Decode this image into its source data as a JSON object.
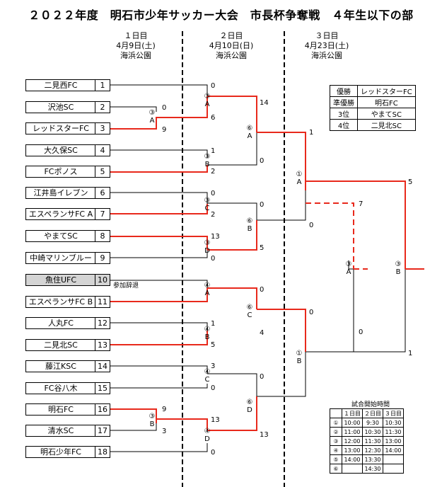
{
  "title": "２０２２年度　明石市少年サッカー大会　市長杯争奪戦　４年生以下の部",
  "days": [
    {
      "label": "１日目",
      "date": "4月9日(土)",
      "venue": "海浜公園"
    },
    {
      "label": "２日目",
      "date": "4月10日(日)",
      "venue": "海浜公園"
    },
    {
      "label": "３日目",
      "date": "4月23日(土)",
      "venue": "海浜公園"
    }
  ],
  "teams": [
    {
      "name": "二見西FC",
      "no": "1"
    },
    {
      "name": "沢池SC",
      "no": "2"
    },
    {
      "name": "レッドスターFC",
      "no": "3"
    },
    {
      "name": "大久保SC",
      "no": "4"
    },
    {
      "name": "FCポノス",
      "no": "5"
    },
    {
      "name": "江井島イレブン",
      "no": "6"
    },
    {
      "name": "エスペランサFC A",
      "no": "7"
    },
    {
      "name": "やまてSC",
      "no": "8"
    },
    {
      "name": "中崎マリンブルー",
      "no": "9"
    },
    {
      "name": "魚住UFC",
      "no": "10"
    },
    {
      "name": "エスペランサFC B",
      "no": "11"
    },
    {
      "name": "人丸FC",
      "no": "12"
    },
    {
      "name": "二見北SC",
      "no": "13"
    },
    {
      "name": "藤江KSC",
      "no": "14"
    },
    {
      "name": "FC谷八木",
      "no": "15"
    },
    {
      "name": "明石FC",
      "no": "16"
    },
    {
      "name": "清水SC",
      "no": "17"
    },
    {
      "name": "明石少年FC",
      "no": "18"
    }
  ],
  "withdrawn_note": "参加辞退",
  "match_labels": [
    {
      "round": "③",
      "slot": "A"
    },
    {
      "round": "③",
      "slot": "A"
    },
    {
      "round": "③",
      "slot": "B"
    },
    {
      "round": "③",
      "slot": "C"
    },
    {
      "round": "③",
      "slot": "D"
    },
    {
      "round": "④",
      "slot": "A"
    },
    {
      "round": "④",
      "slot": "B"
    },
    {
      "round": "④",
      "slot": "C"
    },
    {
      "round": "③",
      "slot": "B"
    },
    {
      "round": "④",
      "slot": "D"
    },
    {
      "round": "⑥",
      "slot": "A"
    },
    {
      "round": "⑥",
      "slot": "B"
    },
    {
      "round": "⑥",
      "slot": "C"
    },
    {
      "round": "⑥",
      "slot": "D"
    },
    {
      "round": "①",
      "slot": "A"
    },
    {
      "round": "①",
      "slot": "B"
    },
    {
      "round": "③",
      "slot": "A"
    },
    {
      "round": "③",
      "slot": "B"
    }
  ],
  "scores": [
    "0",
    "9",
    "0",
    "6",
    "1",
    "2",
    "0",
    "2",
    "13",
    "0",
    "1",
    "5",
    "3",
    "0",
    "9",
    "3",
    "13",
    "0",
    "14",
    "0",
    "0",
    "5",
    "0",
    "4",
    "0",
    "13",
    "1",
    "0",
    "0",
    "0",
    "7",
    "5",
    "1"
  ],
  "results": [
    {
      "rank": "優勝",
      "team": "レッドスターFC"
    },
    {
      "rank": "準優勝",
      "team": "明石FC"
    },
    {
      "rank": "3位",
      "team": "やまてSC"
    },
    {
      "rank": "4位",
      "team": "二見北SC"
    }
  ],
  "times": {
    "title": "試合開始時間",
    "headers": [
      "１日目",
      "２日目",
      "３日目"
    ],
    "rows": [
      {
        "slot": "①",
        "t": [
          "10:00",
          "9:30",
          "10:30"
        ]
      },
      {
        "slot": "②",
        "t": [
          "11:00",
          "10:30",
          "11:30"
        ]
      },
      {
        "slot": "③",
        "t": [
          "12:00",
          "11:30",
          "13:00"
        ]
      },
      {
        "slot": "④",
        "t": [
          "13:00",
          "12:30",
          "14:00"
        ]
      },
      {
        "slot": "⑤",
        "t": [
          "14:00",
          "13:30",
          ""
        ]
      },
      {
        "slot": "⑥",
        "t": [
          "",
          "14:30",
          ""
        ]
      }
    ]
  }
}
